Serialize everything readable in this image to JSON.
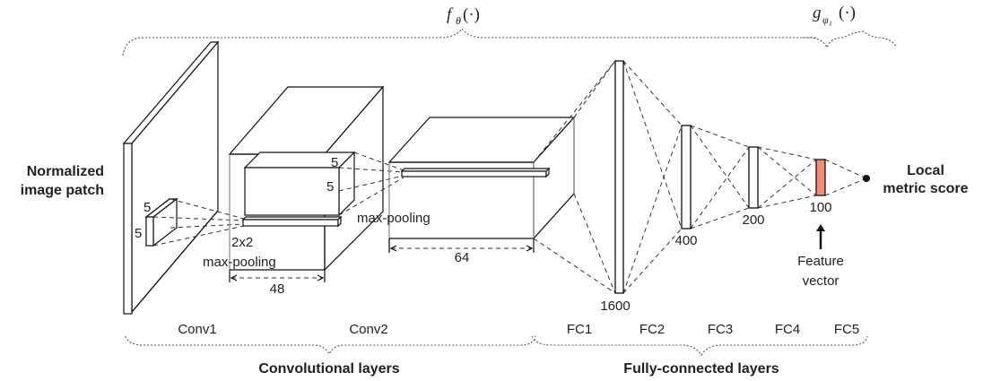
{
  "functions": {
    "f": {
      "symbol": "f",
      "subscript": "θ",
      "arg": "(·)"
    },
    "g": {
      "symbol": "g",
      "subscript": "φ₁",
      "arg": "(·)"
    }
  },
  "input": {
    "line1": "Normalized",
    "line2": "image patch"
  },
  "output": {
    "line1": "Local",
    "line2": "metric score"
  },
  "conv1": {
    "kernel_w": "5",
    "kernel_h": "5",
    "label": "Conv1"
  },
  "conv2": {
    "kernel_w": "5",
    "kernel_h": "5",
    "pool1_line1": "2x2",
    "pool1_line2": "max-pooling",
    "pool2": "max-pooling",
    "depth1": "48",
    "depth2": "64",
    "label": "Conv2"
  },
  "fc": {
    "sizes": [
      "1600",
      "400",
      "200",
      "100"
    ],
    "labels": [
      "FC1",
      "FC2",
      "FC3",
      "FC4",
      "FC5"
    ],
    "feature_line1": "Feature",
    "feature_line2": "vector",
    "feature_color": "#f28c74"
  },
  "groups": {
    "conv": "Convolutional layers",
    "fc": "Fully-connected layers"
  }
}
